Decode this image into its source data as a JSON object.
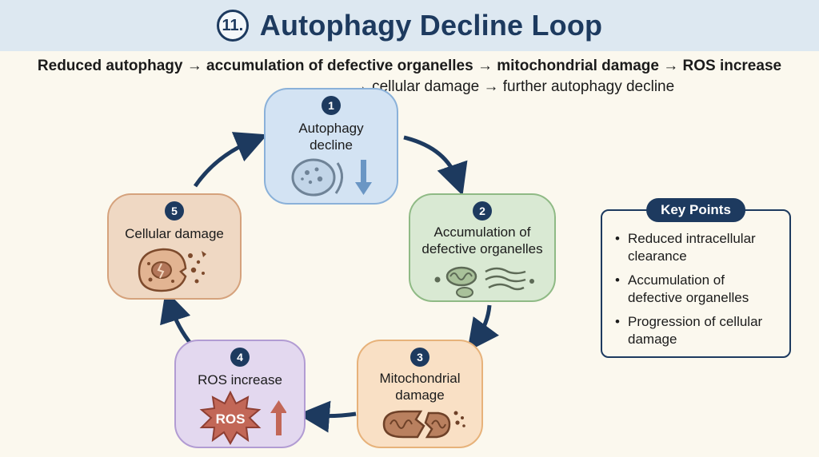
{
  "header": {
    "number": "11.",
    "title": "Autophagy Decline Loop"
  },
  "subtitle": {
    "line1": "Reduced autophagy → accumulation of defective organelles → mitochondrial damage → ROS increase",
    "line2": "→ cellular damage → further autophagy decline"
  },
  "cycle": {
    "nodes": [
      {
        "number": "1",
        "label": "Autophagy decline",
        "icon": "lysosome-down-arrow-icon"
      },
      {
        "number": "2",
        "label": "Accumulation of defective organelles",
        "icon": "defective-organelles-icon"
      },
      {
        "number": "3",
        "label": "Mitochondrial damage",
        "icon": "broken-mitochondrion-icon"
      },
      {
        "number": "4",
        "label": "ROS increase",
        "icon": "ros-burst-up-arrow-icon",
        "burst_text": "ROS"
      },
      {
        "number": "5",
        "label": "Cellular damage",
        "icon": "damaged-cell-icon"
      }
    ]
  },
  "key_points": {
    "title": "Key Points",
    "items": [
      "Reduced intracellular clearance",
      "Accumulation of defective organelles",
      "Progression of cellular damage"
    ]
  },
  "colors": {
    "navy": "#1d3a5f",
    "node1": "#d3e3f3",
    "node2": "#d9e9d3",
    "node3": "#f9e0c5",
    "node4": "#e3d8ef",
    "node5": "#efd8c3"
  }
}
